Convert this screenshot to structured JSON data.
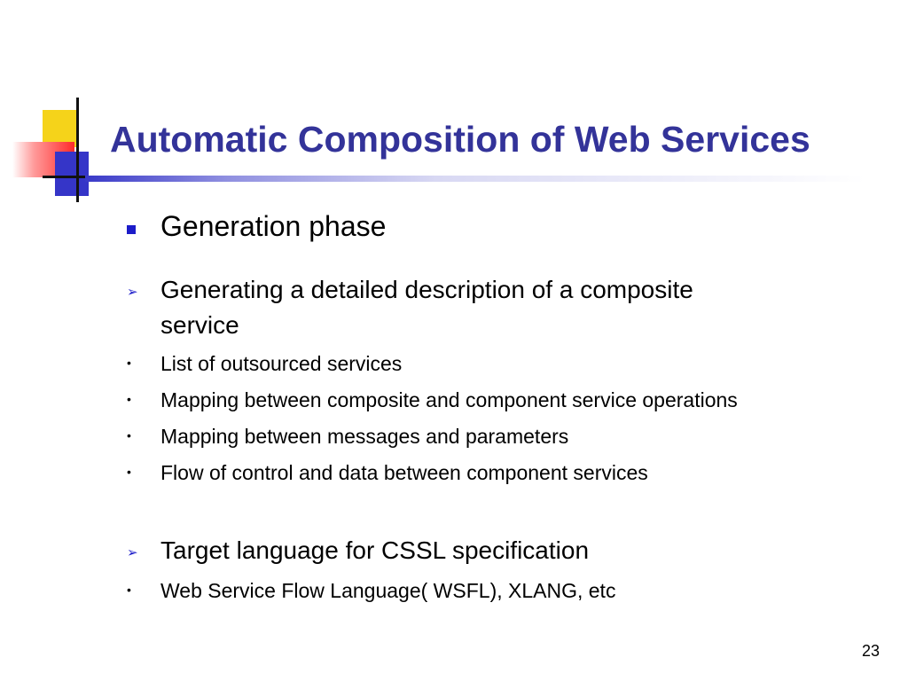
{
  "slide": {
    "title": "Automatic Composition of Web Services",
    "bullets": [
      {
        "level": 1,
        "text": "Generation phase"
      },
      {
        "level": 2,
        "text": "Generating a detailed description of a composite",
        "text_cont": "service"
      },
      {
        "level": 3,
        "text": "List of outsourced services"
      },
      {
        "level": 3,
        "text": "Mapping between composite and component service operations"
      },
      {
        "level": 3,
        "text": "Mapping between messages and parameters"
      },
      {
        "level": 3,
        "text": "Flow of control and data between component services"
      },
      {
        "level": 2,
        "text": "Target language for CSSL specification"
      },
      {
        "level": 3,
        "text": "Web Service Flow Language( WSFL), XLANG, etc"
      }
    ],
    "page_number": "23"
  },
  "markers": {
    "level1": "■",
    "level2": "➢",
    "level3": "•"
  },
  "colors": {
    "title": "#333399",
    "accent_blue": "#3535c8",
    "accent_yellow": "#f5d31a",
    "accent_red": "#ff2a2a"
  }
}
